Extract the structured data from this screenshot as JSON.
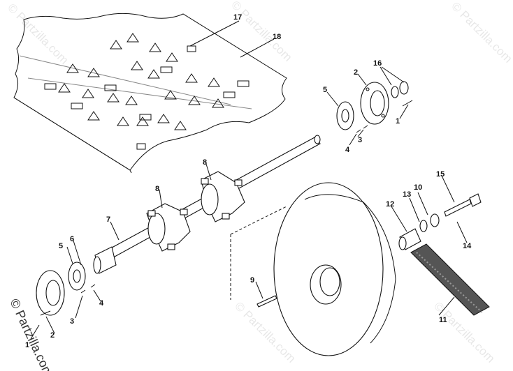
{
  "watermark": "© Partzilla.com",
  "callouts": [
    "17",
    "18",
    "16",
    "2",
    "5",
    "1",
    "4",
    "3",
    "8",
    "8",
    "7",
    "6",
    "5",
    "4",
    "3",
    "2",
    "1",
    "15",
    "10",
    "13",
    "12",
    "14",
    "9",
    "11"
  ],
  "parts": {
    "track": "track",
    "drive_shaft": "drive shaft",
    "sprocket_upper": "drive sprocket",
    "sprocket_lower": "drive sprocket",
    "bearing_right": "bearing",
    "bearing_left": "bearing",
    "flange_right": "bearing flange",
    "flange_left": "bearing flange",
    "brake_disc": "brake disc",
    "spacer": "spacer",
    "washer": "washer",
    "bolt": "bolt",
    "brake_pad": "brake pad",
    "key": "key"
  }
}
